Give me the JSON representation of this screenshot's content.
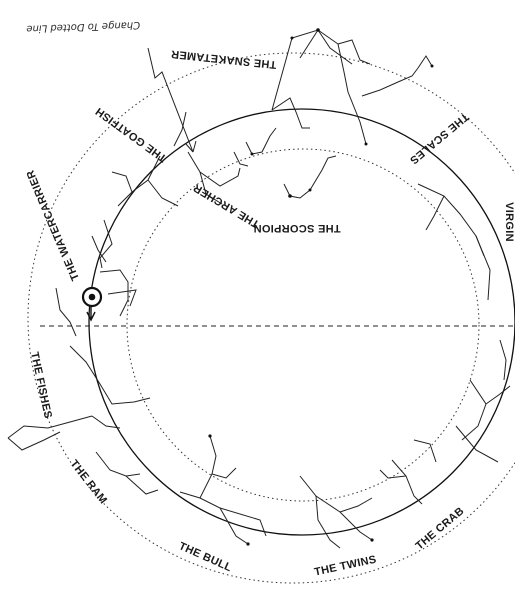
{
  "annotation": "Change To Dotted Line",
  "constellations": [
    "THE SNAKETAMER",
    "THE GOATFISH",
    "THE ARCHER",
    "THE SCORPION",
    "THE SCALES",
    "THE WATERCARRIER",
    "THE FISHES",
    "THE RAM",
    "THE BULL",
    "THE TWINS",
    "THE CRAB",
    "VIRGIN"
  ],
  "colors": {
    "ink": "#1a1a1a",
    "paper": "#ffffff"
  },
  "icons": [
    "sun-marker-icon",
    "direction-arrow-icon"
  ]
}
